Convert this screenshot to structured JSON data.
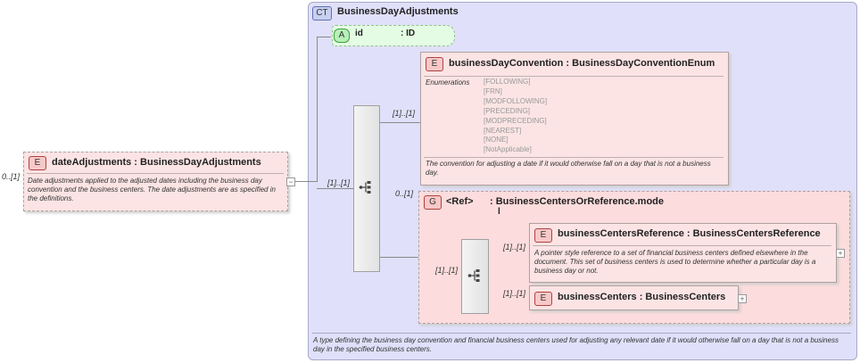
{
  "complex_type": {
    "badge": "CT",
    "title": "BusinessDayAdjustments",
    "documentation": "A type defining the business day convention and financial business centers used for adjusting any relevant date if it would otherwise fall on a day that is not a business day in the specified business centers."
  },
  "root_element": {
    "badge": "E",
    "title": "dateAdjustments  : BusinessDayAdjustments",
    "multiplicity": "0..[1]",
    "documentation": "Date adjustments applied to the adjusted dates including the business day convention and the business centers. The date adjustments are as specified in the definitions."
  },
  "attribute": {
    "badge": "A",
    "name": "id",
    "type": ": ID"
  },
  "outer_sequence": {
    "multiplicity": "[1]..[1]"
  },
  "convention": {
    "badge": "E",
    "title": "businessDayConvention  : BusinessDayConventionEnum",
    "multiplicity": "[1]..[1]",
    "enum_label": "Enumerations",
    "enums": [
      "[FOLLOWING]",
      "[FRN]",
      "[MODFOLLOWING]",
      "[PRECEDING]",
      "[MODPRECEDING]",
      "[NEAREST]",
      "[NONE]",
      "[NotApplicable]"
    ],
    "documentation": "The convention for adjusting a date if it would otherwise fall on a day that is not a business day."
  },
  "group": {
    "badge": "G",
    "ref": "<Ref>",
    "title": ": BusinessCentersOrReference.mode",
    "title_suffix": "l",
    "multiplicity": "0..[1]"
  },
  "inner_choice": {
    "multiplicity": "[1]..[1]"
  },
  "centers_reference": {
    "badge": "E",
    "title": "businessCentersReference  : BusinessCentersReference",
    "multiplicity": "[1]..[1]",
    "documentation": "A pointer style reference to a set of financial business centers defined elsewhere in the document. This set of business centers is used to determine whether a particular day is a business day or not."
  },
  "centers": {
    "badge": "E",
    "title": "businessCenters  : BusinessCenters",
    "multiplicity": "[1]..[1]"
  },
  "colors": {
    "ct_bg": "#e0e0fa",
    "element_bg": "#fce4e4",
    "attribute_bg": "#e4fce4"
  },
  "icons": [
    "sequence-icon",
    "choice-icon",
    "expand-icon"
  ]
}
